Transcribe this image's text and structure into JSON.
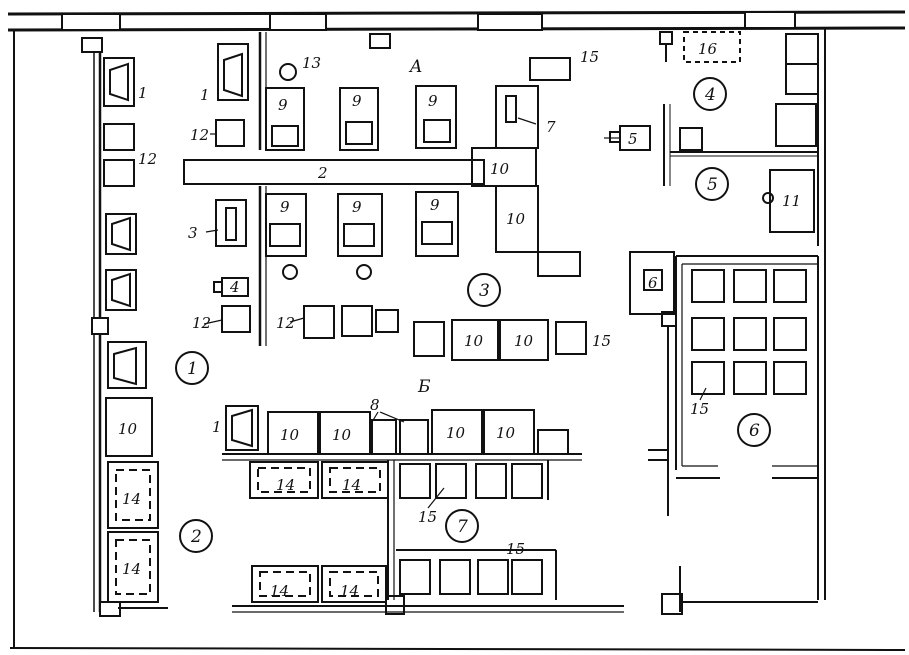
{
  "colors": {
    "ink": "#111111",
    "paper": "#ffffff"
  },
  "labels": {
    "n1": "1",
    "n2": "2",
    "n3": "3",
    "n4": "4",
    "n5": "5",
    "n6": "6",
    "n7": "7",
    "n8": "8",
    "n9": "9",
    "n10": "10",
    "n11": "11",
    "n12": "12",
    "n13": "13",
    "n14": "14",
    "n15": "15",
    "n16": "16",
    "a": "A",
    "b": "Б"
  },
  "zones": {
    "z1": "1",
    "z2": "2",
    "z3": "3",
    "z4": "4",
    "z5": "5",
    "z6": "6",
    "z7": "7"
  }
}
